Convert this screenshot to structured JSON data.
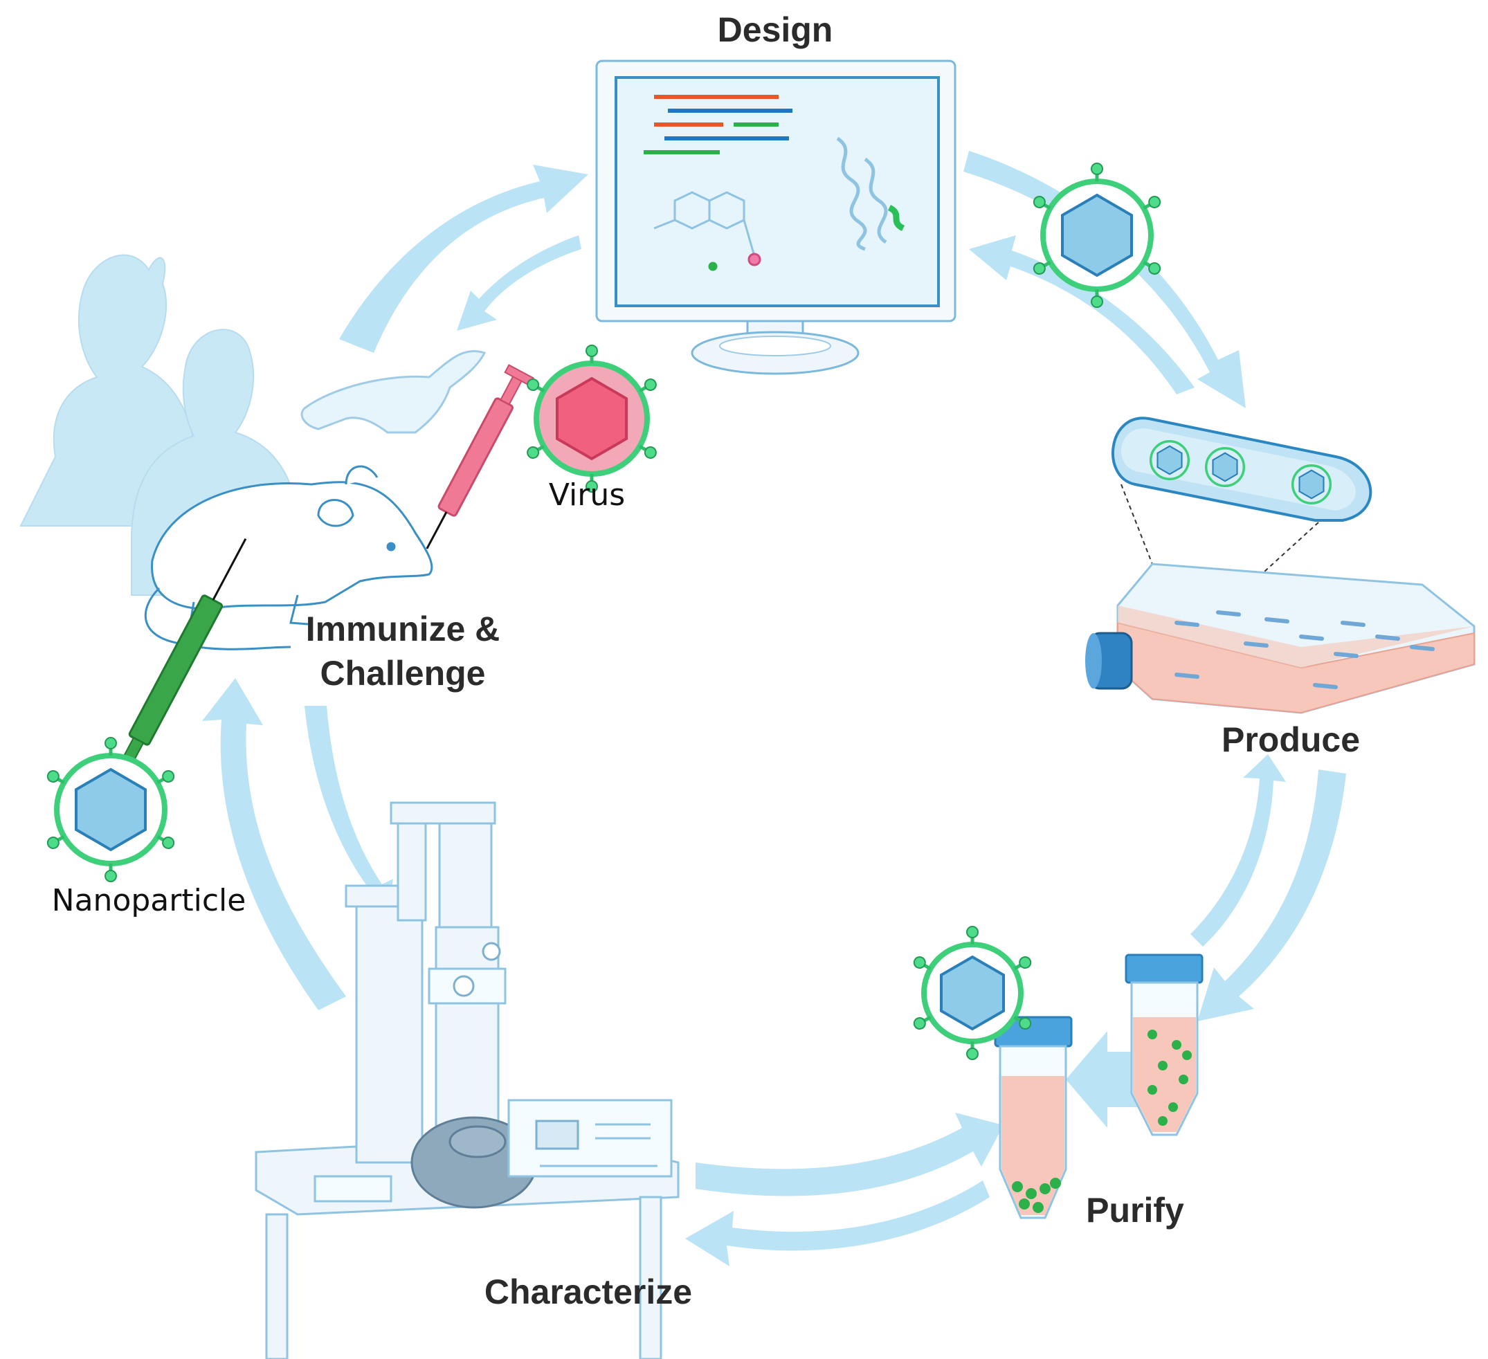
{
  "stages": {
    "design": "Design",
    "produce": "Produce",
    "purify": "Purify",
    "characterize": "Characterize",
    "immunize_line1": "Immunize &",
    "immunize_line2": "Challenge"
  },
  "objects": {
    "virus": "Virus",
    "nanoparticle": "Nanoparticle"
  },
  "colors": {
    "arrow": "#a9dcf2",
    "line_art": "#6fb6dc",
    "silhouette": "#bfe3f4",
    "nanoparticle_core": "#7ec2e4",
    "nanoparticle_ring": "#3ecf7a",
    "virus_core": "#f06080",
    "culture_medium": "#f6c7ba",
    "syringe_green": "#3aa64a",
    "syringe_pink": "#f07a95"
  }
}
